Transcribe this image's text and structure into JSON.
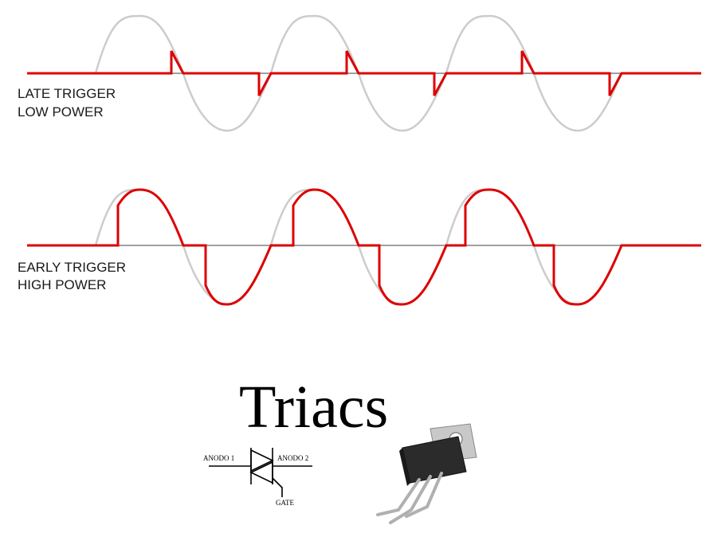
{
  "labels": {
    "late_line1": "LATE TRIGGER",
    "late_line2": "LOW POWER",
    "early_line1": "EARLY TRIGGER",
    "early_line2": "HIGH POWER"
  },
  "title": "Triacs",
  "symbol": {
    "anode1": "ANODO 1",
    "anode2": "ANODO 2",
    "gate": "GATE"
  },
  "colors": {
    "reference_sine": "#cccccc",
    "triggered_output": "#dd0000",
    "baseline": "#000000"
  },
  "icons": [
    "triac-schematic-symbol",
    "triac-to220-package"
  ]
}
